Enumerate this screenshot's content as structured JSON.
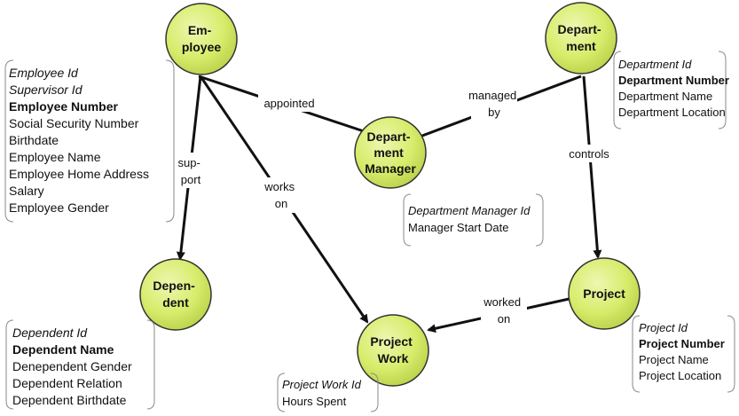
{
  "colors": {
    "node_fill": "#d7ec6b",
    "node_stroke": "#333333",
    "edge": "#111111"
  },
  "nodes": {
    "employee": [
      "Em-",
      "ployee"
    ],
    "department": [
      "Depart-",
      "ment"
    ],
    "department_manager": [
      "Depart-",
      "ment",
      "Manager"
    ],
    "dependent": [
      "Depen-",
      "dent"
    ],
    "project": [
      "Project"
    ],
    "project_work": [
      "Project",
      "Work"
    ]
  },
  "edges": {
    "appointed": [
      "appointed"
    ],
    "managed_by": [
      "managed",
      "by"
    ],
    "support": [
      "sup-",
      "port"
    ],
    "works_on": [
      "works",
      "on"
    ],
    "controls": [
      "controls"
    ],
    "worked_on": [
      "worked",
      "on"
    ]
  },
  "attributes": {
    "employee": [
      {
        "text": "Employee Id",
        "style": "italic"
      },
      {
        "text": "Supervisor Id",
        "style": "italic"
      },
      {
        "text": "Employee Number",
        "style": "bold"
      },
      {
        "text": "Social Security Number",
        "style": "normal"
      },
      {
        "text": "Birthdate",
        "style": "normal"
      },
      {
        "text": "Employee Name",
        "style": "normal"
      },
      {
        "text": "Employee Home Address",
        "style": "normal"
      },
      {
        "text": "Salary",
        "style": "normal"
      },
      {
        "text": "Employee Gender",
        "style": "normal"
      }
    ],
    "department": [
      {
        "text": "Department Id",
        "style": "italic"
      },
      {
        "text": "Department Number",
        "style": "bold"
      },
      {
        "text": "Department Name",
        "style": "normal"
      },
      {
        "text": "Department Location",
        "style": "normal"
      }
    ],
    "department_manager": [
      {
        "text": "Department Manager Id",
        "style": "italic"
      },
      {
        "text": "Manager Start Date",
        "style": "normal"
      }
    ],
    "dependent": [
      {
        "text": "Dependent Id",
        "style": "italic"
      },
      {
        "text": "Dependent Name",
        "style": "bold"
      },
      {
        "text": "Denependent Gender",
        "style": "normal"
      },
      {
        "text": "Dependent Relation",
        "style": "normal"
      },
      {
        "text": "Dependent Birthdate",
        "style": "normal"
      }
    ],
    "project": [
      {
        "text": "Project Id",
        "style": "italic"
      },
      {
        "text": "Project Number",
        "style": "bold"
      },
      {
        "text": "Project Name",
        "style": "normal"
      },
      {
        "text": "Project Location",
        "style": "normal"
      }
    ],
    "project_work": [
      {
        "text": "Project Work Id",
        "style": "italic"
      },
      {
        "text": "Hours Spent",
        "style": "normal"
      }
    ]
  }
}
